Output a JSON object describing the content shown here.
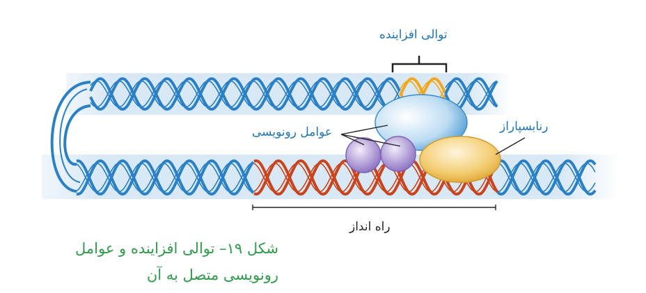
{
  "labels": {
    "enhancer": "توالی افزاینده",
    "transcription_factors": "عوامل رونویسی",
    "rna_polymerase": "رنابسپاراز",
    "promoter": "راه انداز"
  },
  "caption": {
    "line1": "شکل ۱۹– توالی افزاینده و عوامل",
    "line2": "رونویسی متصل به آن"
  },
  "colors": {
    "dna": "#2a80c4",
    "enhancer_dna": "#f2a71e",
    "promoter_dna": "#c9441d",
    "label": "#1f74b6",
    "caption": "#2e9a4a",
    "transcription_factor": "#9f8ad0",
    "polymerase": "#efc05a",
    "activator": "#8fc3e8"
  }
}
